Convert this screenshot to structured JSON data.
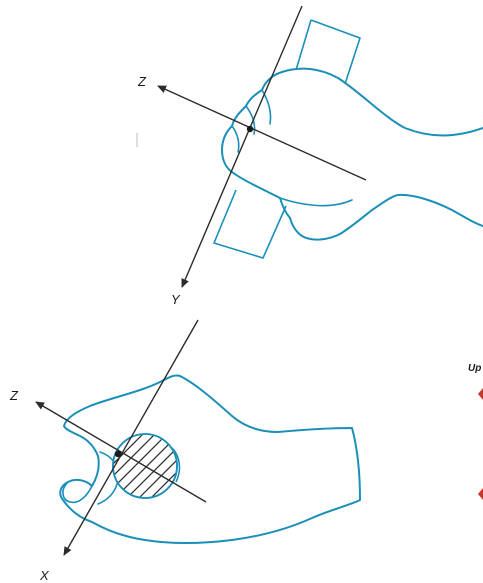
{
  "figure_top": {
    "axis_labels": {
      "z": "Z",
      "y": "Y"
    }
  },
  "figure_bottom": {
    "axis_labels": {
      "z": "Z",
      "x": "X"
    }
  },
  "edge_fragment": {
    "text": "Up"
  },
  "colors": {
    "hand_outline": "#1a8fb8",
    "axis_line": "#2b2b2b",
    "hatch": "#2b2b2b",
    "accent_red": "#c0392b",
    "background": "#ffffff"
  }
}
